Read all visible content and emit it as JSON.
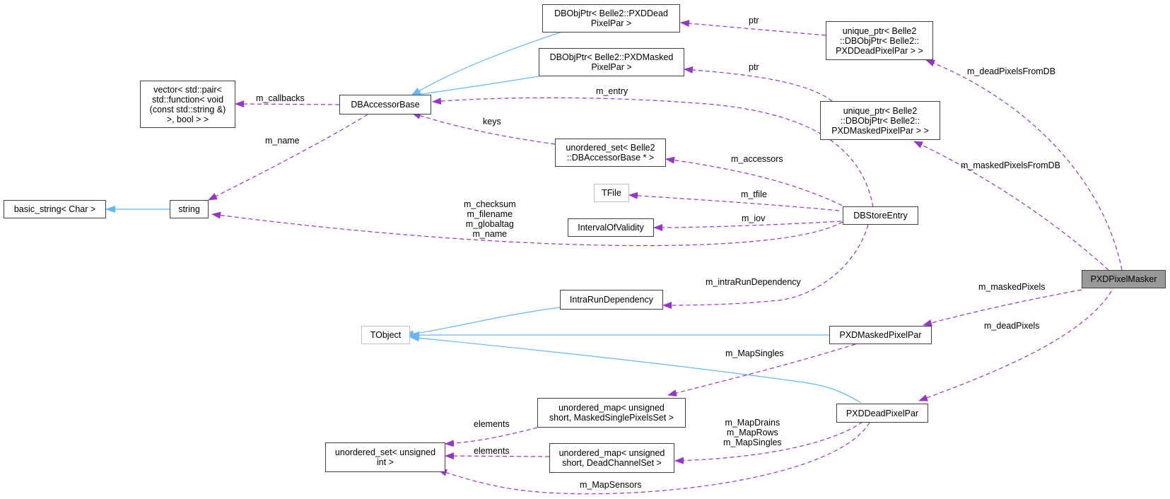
{
  "colors": {
    "inherit": "#63b8ff",
    "usage": "#9a32cd",
    "node_border": "#404040",
    "node_border_light": "#bfbfbf",
    "highlight_fill": "#999999"
  },
  "nodes": {
    "basic_string": [
      "basic_string< Char >"
    ],
    "string": [
      "string"
    ],
    "vector_pair": [
      "vector< std::pair<",
      "std::function< void",
      "(const std::string &)",
      ">, bool > >"
    ],
    "dbaccessorbase": [
      "DBAccessorBase"
    ],
    "dbobjptr_dead": [
      "DBObjPtr< Belle2::PXDDead",
      "PixelPar >"
    ],
    "dbobjptr_masked": [
      "DBObjPtr< Belle2::PXDMasked",
      "PixelPar >"
    ],
    "unordered_set_dbaccessor": [
      "unordered_set< Belle2",
      "::DBAccessorBase * >"
    ],
    "tfile": [
      "TFile"
    ],
    "intervalofvalidity": [
      "IntervalOfValidity"
    ],
    "dbstoreentry": [
      "DBStoreEntry"
    ],
    "unique_ptr_dead": [
      "unique_ptr< Belle2",
      "::DBObjPtr< Belle2::",
      "PXDDeadPixelPar > >"
    ],
    "unique_ptr_masked": [
      "unique_ptr< Belle2",
      "::DBObjPtr< Belle2::",
      "PXDMaskedPixelPar > >"
    ],
    "pxdpixelmasker": [
      "PXDPixelMasker"
    ],
    "intrarundependency": [
      "IntraRunDependency"
    ],
    "tobject": [
      "TObject"
    ],
    "pxdmaskedpixelpar": [
      "PXDMaskedPixelPar"
    ],
    "pxddeadpixelpar": [
      "PXDDeadPixelPar"
    ],
    "unordered_map_masked": [
      "unordered_map< unsigned",
      "short, MaskedSinglePixelsSet >"
    ],
    "unordered_map_dead": [
      "unordered_map< unsigned",
      "short, DeadChannelSet >"
    ],
    "unordered_set_uint": [
      "unordered_set< unsigned",
      "int >"
    ]
  },
  "edge_labels": {
    "m_callbacks": [
      "m_callbacks"
    ],
    "m_name": [
      "m_name"
    ],
    "string_members": [
      "m_checksum",
      "m_filename",
      "m_globaltag",
      "m_name"
    ],
    "keys": [
      "keys"
    ],
    "m_entry": [
      "m_entry"
    ],
    "ptr_dead": [
      "ptr"
    ],
    "ptr_masked": [
      "ptr"
    ],
    "m_accessors": [
      "m_accessors"
    ],
    "m_tfile": [
      "m_tfile"
    ],
    "m_iov": [
      "m_iov"
    ],
    "m_intraRunDependency": [
      "m_intraRunDependency"
    ],
    "m_deadPixelsFromDB": [
      "m_deadPixelsFromDB"
    ],
    "m_maskedPixelsFromDB": [
      "m_maskedPixelsFromDB"
    ],
    "m_maskedPixels": [
      "m_maskedPixels"
    ],
    "m_deadPixels": [
      "m_deadPixels"
    ],
    "m_MapSingles_masked": [
      "m_MapSingles"
    ],
    "dead_maps": [
      "m_MapDrains",
      "m_MapRows",
      "m_MapSingles"
    ],
    "elements_masked": [
      "elements"
    ],
    "elements_dead": [
      "elements"
    ],
    "m_MapSensors": [
      "m_MapSensors"
    ]
  }
}
